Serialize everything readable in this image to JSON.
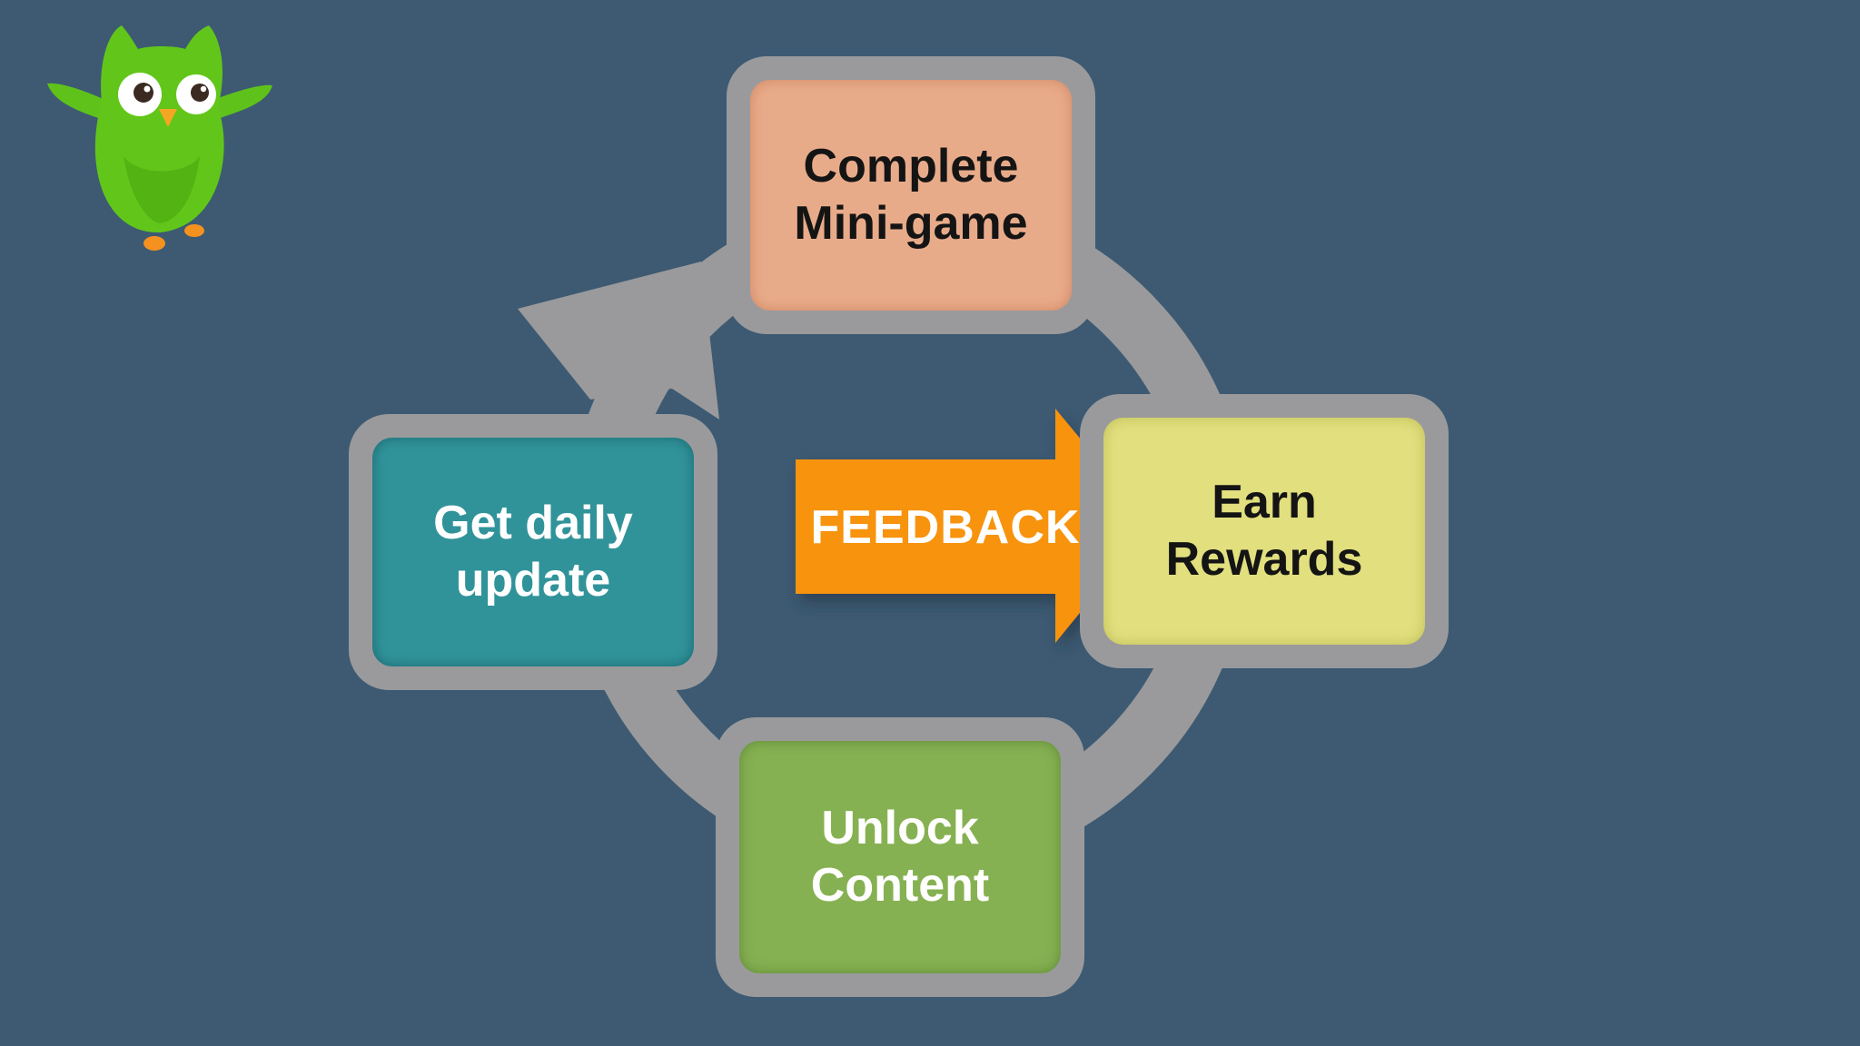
{
  "diagram": {
    "nodes": [
      {
        "id": "complete-mini-game",
        "label": "Complete\nMini-game"
      },
      {
        "id": "earn-rewards",
        "label": "Earn\nRewards"
      },
      {
        "id": "unlock-content",
        "label": "Unlock\nContent"
      },
      {
        "id": "get-daily-update",
        "label": "Get daily\nupdate"
      }
    ],
    "callout": {
      "label": "FEEDBACK",
      "points_to": "earn-rewards"
    },
    "cycle_direction": "clockwise"
  },
  "mascot": {
    "icon": "green-owl-icon"
  },
  "colors": {
    "background": "#3d5a72",
    "ring": "#9a9a9c",
    "complete_mini_game": "#e8ab8a",
    "earn_rewards": "#e1df7e",
    "unlock_content": "#86b152",
    "get_daily_update": "#31939a",
    "feedback_arrow": "#f7930c"
  }
}
